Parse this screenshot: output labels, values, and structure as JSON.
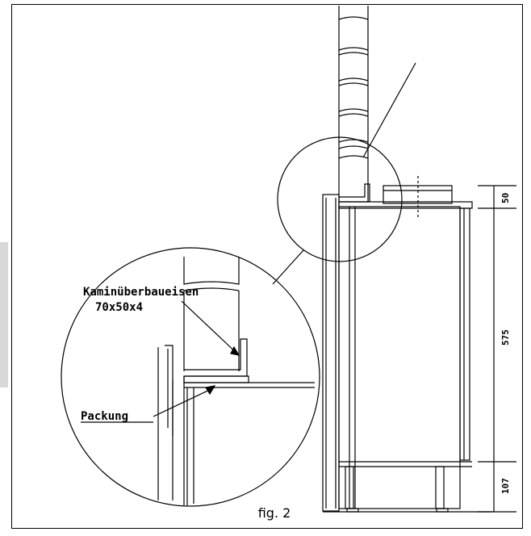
{
  "labels": {
    "bracket_name": "Kaminüberbaueisen",
    "bracket_size": "70x50x4",
    "gasket": "Packung"
  },
  "dimensions": {
    "top": "50",
    "middle": "575",
    "bottom": "107"
  },
  "caption": "fig. 2"
}
